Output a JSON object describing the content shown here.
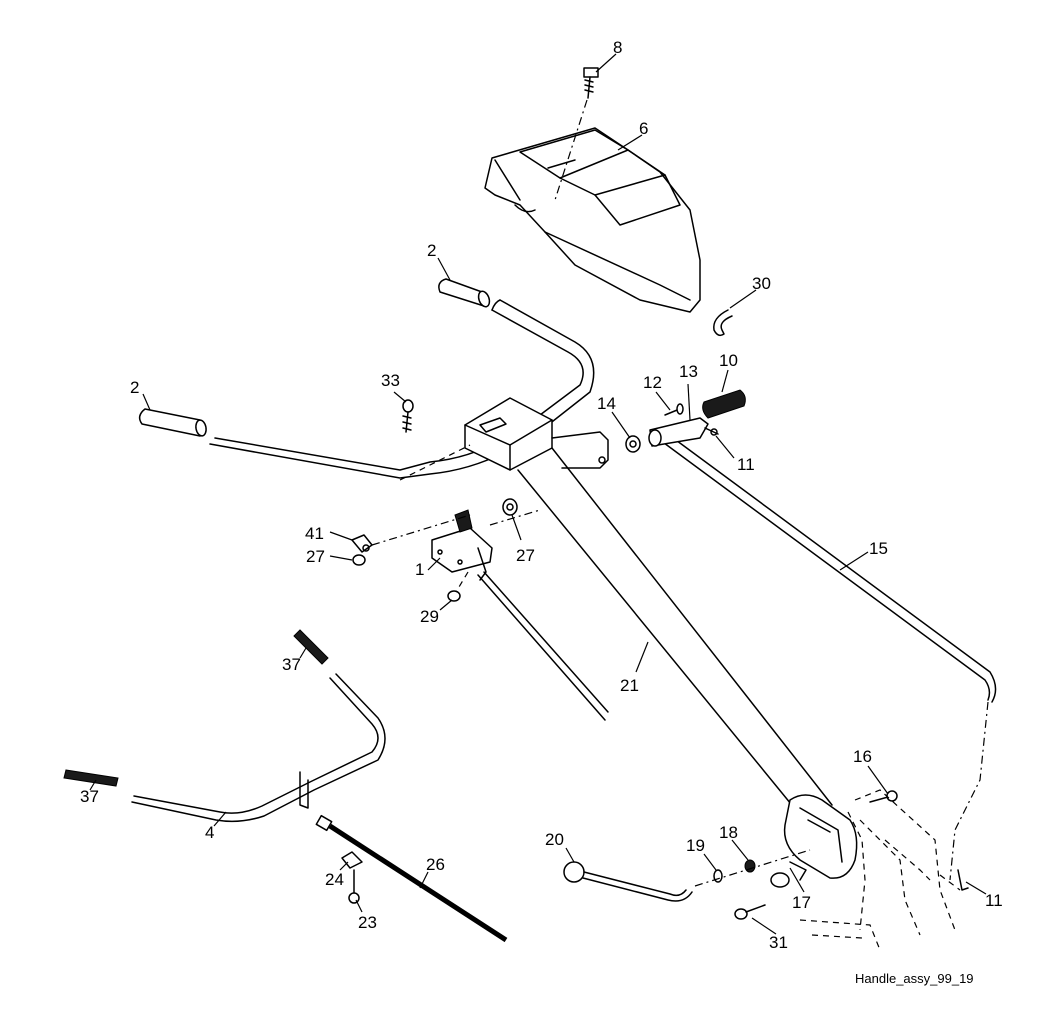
{
  "diagram": {
    "caption": "Handle_assy_99_19",
    "callouts": [
      {
        "id": "c8",
        "label": "8"
      },
      {
        "id": "c6",
        "label": "6"
      },
      {
        "id": "c2a",
        "label": "2"
      },
      {
        "id": "c30",
        "label": "30"
      },
      {
        "id": "c2b",
        "label": "2"
      },
      {
        "id": "c33",
        "label": "33"
      },
      {
        "id": "c12",
        "label": "12"
      },
      {
        "id": "c13",
        "label": "13"
      },
      {
        "id": "c10",
        "label": "10"
      },
      {
        "id": "c14",
        "label": "14"
      },
      {
        "id": "c11a",
        "label": "11"
      },
      {
        "id": "c41",
        "label": "41"
      },
      {
        "id": "c27a",
        "label": "27"
      },
      {
        "id": "c27b",
        "label": "27"
      },
      {
        "id": "c1",
        "label": "1"
      },
      {
        "id": "c29",
        "label": "29"
      },
      {
        "id": "c15",
        "label": "15"
      },
      {
        "id": "c37a",
        "label": "37"
      },
      {
        "id": "c21",
        "label": "21"
      },
      {
        "id": "c37b",
        "label": "37"
      },
      {
        "id": "c4",
        "label": "4"
      },
      {
        "id": "c16",
        "label": "16"
      },
      {
        "id": "c20",
        "label": "20"
      },
      {
        "id": "c19",
        "label": "19"
      },
      {
        "id": "c18",
        "label": "18"
      },
      {
        "id": "c26",
        "label": "26"
      },
      {
        "id": "c24",
        "label": "24"
      },
      {
        "id": "c17",
        "label": "17"
      },
      {
        "id": "c11b",
        "label": "11"
      },
      {
        "id": "c23",
        "label": "23"
      },
      {
        "id": "c31",
        "label": "31"
      }
    ]
  }
}
